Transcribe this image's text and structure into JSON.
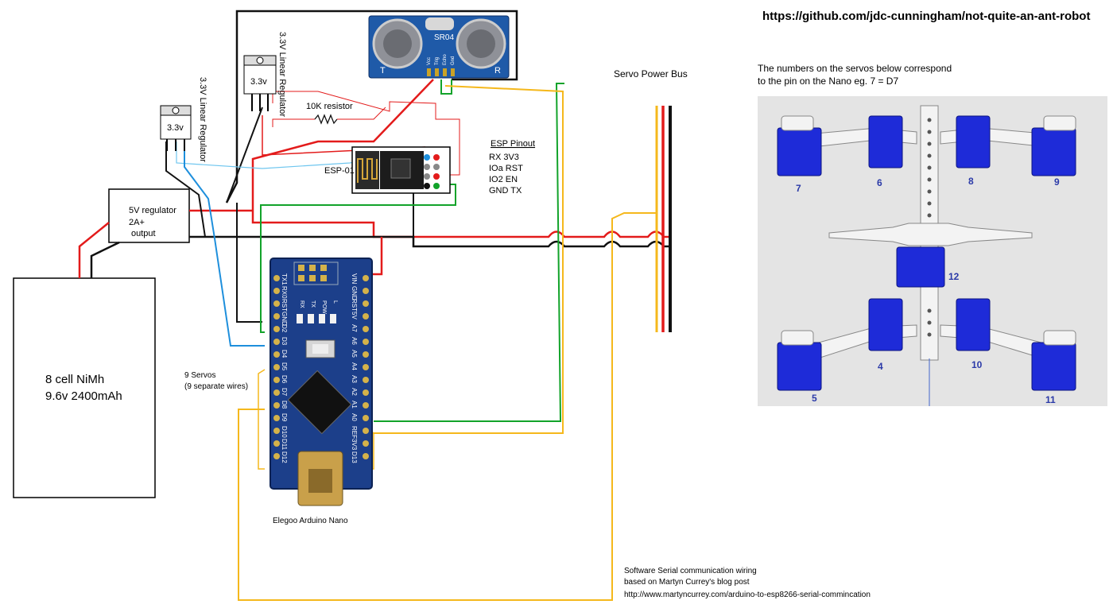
{
  "url": "https://github.com/jdc-cunningham/not-quite-an-ant-robot",
  "servo_note": {
    "line1": "The numbers on the servos below correspond",
    "line2": "to the pin on the Nano eg. 7 = D7"
  },
  "servo_bus_label": "Servo Power Bus",
  "sensor_label": "SR04",
  "sensor_t": "T",
  "sensor_r": "R",
  "sensor_pins": [
    "Vcc",
    "Trig",
    "Echo",
    "Gnd"
  ],
  "regulator_big": {
    "text": "3.3v",
    "side": "3.3V Linear Regulator"
  },
  "regulator_small": {
    "text": "3.3v",
    "side": "3.3V Linear Regulator"
  },
  "resistor_label": "10K resistor",
  "esp_label": "ESP-01",
  "esp_pinout": {
    "title": "ESP Pinout",
    "rows": [
      "RX 3V3",
      "IOa RST",
      "IO2 EN",
      "GND TX"
    ]
  },
  "regulator_5v": {
    "line1": "5V regulator",
    "line2": "2A+",
    "line3": "output"
  },
  "battery": {
    "line1": "8 cell NiMh",
    "line2": "9.6v 2400mAh"
  },
  "servos_note": {
    "line1": "9 Servos",
    "line2": "(9 separate wires)"
  },
  "nano_label": "Elegoo Arduino Nano",
  "nano_pins_left": [
    "TX1",
    "RX0",
    "RST",
    "GND",
    "D2",
    "D3",
    "D4",
    "D5",
    "D6",
    "D7",
    "D8",
    "D9",
    "D10",
    "D11",
    "D12"
  ],
  "nano_pins_right": [
    "VIN",
    "GND",
    "RST",
    "5V",
    "A7",
    "A6",
    "A5",
    "A4",
    "A3",
    "A2",
    "A1",
    "A0",
    "REF",
    "3V3",
    "D13"
  ],
  "nano_header_labels": [
    "RX",
    "TX",
    "POW",
    "L"
  ],
  "serial_note": {
    "line1": "Software Serial communication wiring",
    "line2": "based on Martyn Currey's blog post",
    "line3": "http://www.martyncurrey.com/arduino-to-esp8266-serial-commincation"
  },
  "servo_numbers": [
    "7",
    "6",
    "8",
    "9",
    "12",
    "4",
    "10",
    "5",
    "11"
  ],
  "colors": {
    "red": "#e31b1b",
    "black": "#111111",
    "blue": "#1e8fdc",
    "green": "#12a32a",
    "yellow": "#f5b81c",
    "board_blue": "#1c3f8a",
    "servo_blue": "#1e2bd8",
    "servo_number": "#2b3aa8",
    "render_bg": "#e4e4e4"
  }
}
